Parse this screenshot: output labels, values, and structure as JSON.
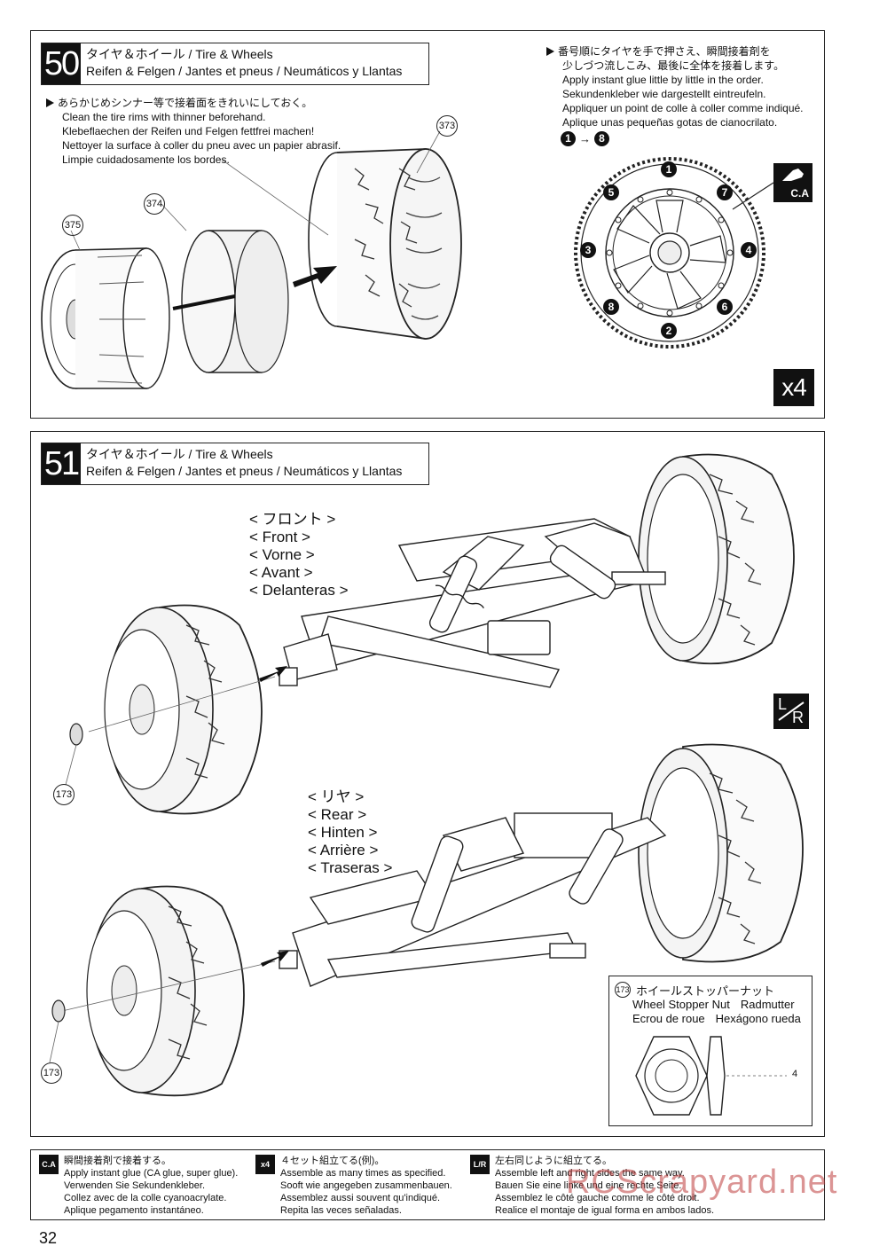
{
  "step50": {
    "number": "50",
    "title_line1": "タイヤ＆ホイール / Tire & Wheels",
    "title_line2": "Reifen & Felgen / Jantes et pneus / Neumáticos y Llantas",
    "clean_note": {
      "jp": "あらかじめシンナー等で接着面をきれいにしておく。",
      "en": "Clean the tire rims with thinner beforehand.",
      "de": "Klebeflaechen der Reifen und Felgen fettfrei machen!",
      "fr": "Nettoyer la surface à coller du pneu avec un papier abrasif.",
      "es": "Limpie cuidadosamente los bordes."
    },
    "glue_note": {
      "jp1": "番号順にタイヤを手で押さえ、瞬間接着剤を",
      "jp2": "少しづつ流しこみ、最後に全体を接着します。",
      "en": "Apply instant glue little by little in the order.",
      "de": "Sekundenkleber wie dargestellt eintreufeln.",
      "fr": "Appliquer un point de colle à coller comme indiqué.",
      "es": "Aplique unas pequeñas gotas de cianocrilato."
    },
    "order_range": {
      "from": "1",
      "arrow": "→",
      "to": "8"
    },
    "order_numbers": [
      "1",
      "2",
      "3",
      "4",
      "5",
      "6",
      "7",
      "8"
    ],
    "parts": {
      "tire": "373",
      "insert": "374",
      "wheel": "375"
    },
    "ca_badge": "C.A",
    "multiplier": "x4"
  },
  "step51": {
    "number": "51",
    "title_line1": "タイヤ＆ホイール / Tire & Wheels",
    "title_line2": "Reifen & Felgen / Jantes et pneus / Neumáticos y Llantas",
    "front_labels": [
      "< フロント >",
      "< Front >",
      "< Vorne >",
      "< Avant >",
      "< Delanteras >"
    ],
    "rear_labels": [
      "< リヤ >",
      "< Rear >",
      "< Hinten >",
      "< Arrière >",
      "< Traseras >"
    ],
    "nut_part": "173",
    "lr_badge": {
      "l": "L",
      "r": "R"
    },
    "inset": {
      "part": "173",
      "jp": "ホイールストッパーナット",
      "en": "Wheel Stopper Nut",
      "de": "Radmutter",
      "fr": "Ecrou de roue",
      "es": "Hexágono rueda",
      "size": "4"
    }
  },
  "legend": {
    "ca": {
      "icon": "C.A",
      "jp": "瞬間接着剤で接着する。",
      "en": "Apply instant glue (CA glue, super glue).",
      "de": "Verwenden Sie Sekundenkleber.",
      "fr": "Collez avec de la colle cyanoacrylate.",
      "es": "Aplique pegamento instantáneo."
    },
    "x4": {
      "icon": "x4",
      "jp": "４セット組立てる(例)。",
      "en": "Assemble as many times as specified.",
      "de": "Sooft wie angegeben zusammenbauen.",
      "fr": "Assemblez aussi souvent qu'indiqué.",
      "es": "Repita las veces señaladas."
    },
    "lr": {
      "icon": "L/R",
      "jp": "左右同じように組立てる。",
      "en": "Assemble left and right sides the same way.",
      "de": "Bauen Sie eine linke und eine rechte Seite.",
      "fr": "Assemblez le côté gauche comme le côté droit.",
      "es": "Realice el montaje de igual forma en ambos lados."
    }
  },
  "page_number": "32",
  "watermark": "RCScrapyard.net"
}
